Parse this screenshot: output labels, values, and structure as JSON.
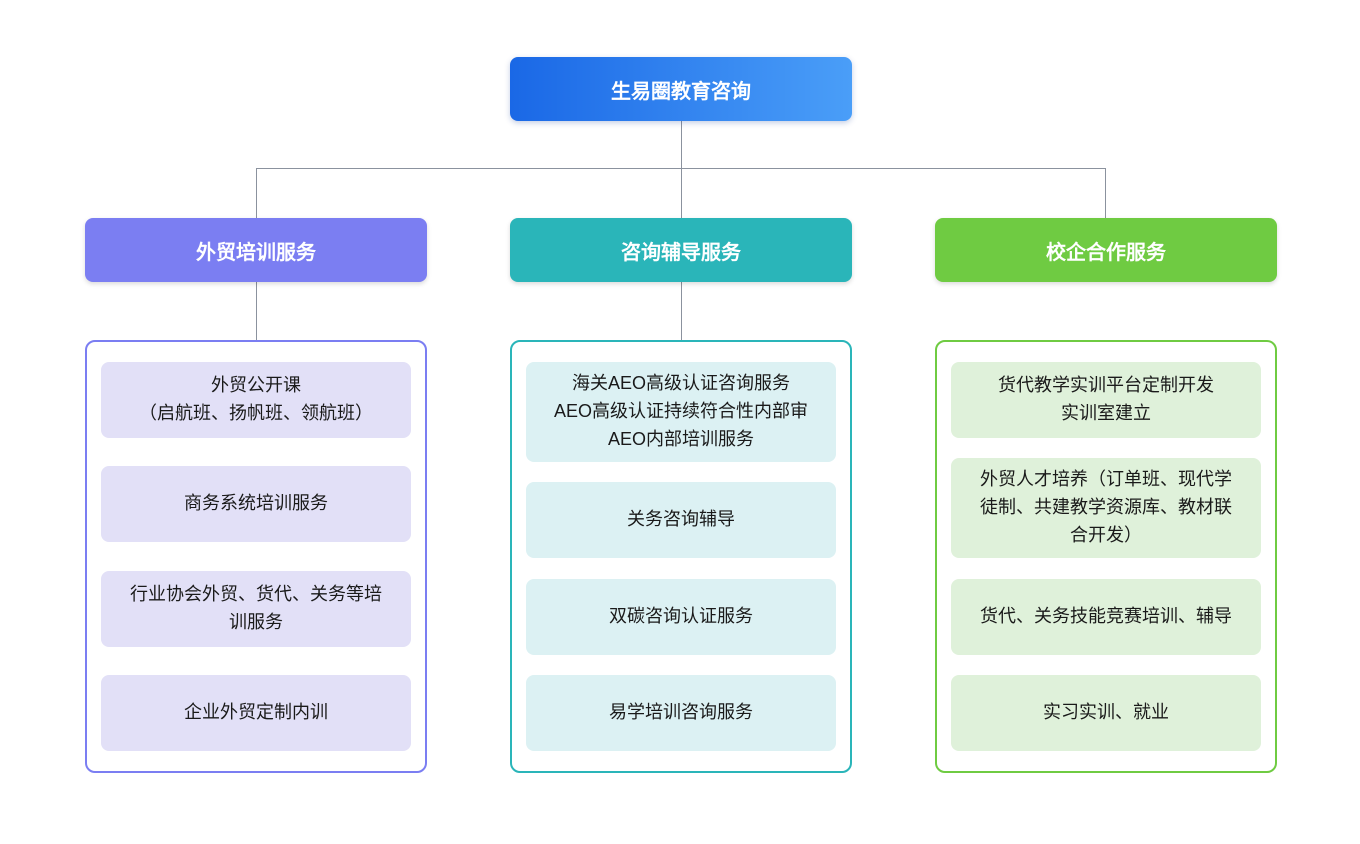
{
  "root": {
    "label": "生易圈教育咨询",
    "gradient_start": "#1a68e6",
    "gradient_end": "#4a9ef8"
  },
  "connector_color": "#8b929e",
  "branches": [
    {
      "title": "外贸培训服务",
      "accent_color": "#7b7ef2",
      "item_background": "#e2e0f7",
      "items": [
        "外贸公开课\n（启航班、扬帆班、领航班）",
        "商务系统培训服务",
        "行业协会外贸、货代、关务等培训服务",
        "企业外贸定制内训"
      ]
    },
    {
      "title": "咨询辅导服务",
      "accent_color": "#2ab5b9",
      "item_background": "#dcf1f3",
      "items": [
        "海关AEO高级认证咨询服务\nAEO高级认证持续符合性内部审\nAEO内部培训服务",
        "关务咨询辅导",
        "双碳咨询认证服务",
        "易学培训咨询服务"
      ]
    },
    {
      "title": "校企合作服务",
      "accent_color": "#6fcb42",
      "item_background": "#dff1da",
      "items": [
        "货代教学实训平台定制开发\n实训室建立",
        "外贸人才培养（订单班、现代学徒制、共建教学资源库、教材联合开发）",
        "货代、关务技能竞赛培训、辅导",
        "实习实训、就业"
      ]
    }
  ]
}
